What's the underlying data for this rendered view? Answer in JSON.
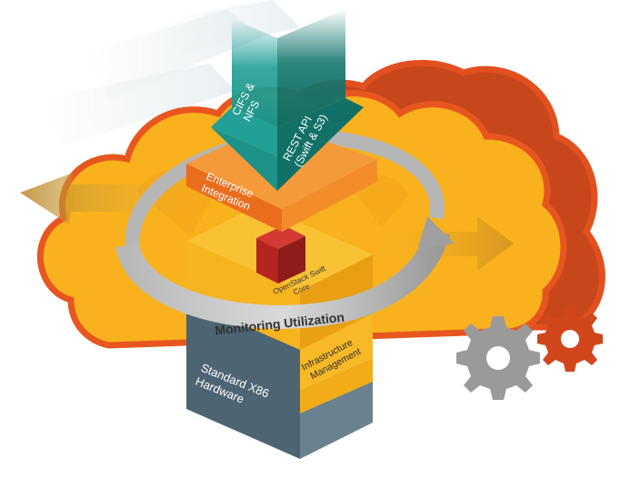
{
  "diagram": {
    "labels": {
      "cifs_nfs": [
        "CIFS &",
        "NFS"
      ],
      "rest_api": [
        "REST API",
        "(Swift & S3)"
      ],
      "enterprise_integration": [
        "Enterprise",
        "Integration"
      ],
      "openstack_core": [
        "OpenStack Swift",
        "Core"
      ],
      "monitoring_utilization": "Monitoring Utilization",
      "infrastructure_management": [
        "Infrastructure",
        "Management"
      ],
      "standard_hardware": [
        "Standard X86",
        "Hardware"
      ]
    },
    "icons": [
      "gear-icon-gray",
      "gear-icon-orange"
    ],
    "colors": {
      "cloud_front": "#f9b21d",
      "cloud_back": "#c8461c",
      "cloud_outline": "#e2501f",
      "api_teal": "#1f9c94",
      "api_teal_dark": "#14766f",
      "integration_orange": "#ef7c21",
      "core_yellow": "#f6b41f",
      "hardware_slate": "#4d6472",
      "ring_gray": "#a9a9a9",
      "swift_red": "#c02a28",
      "gear_gray": "#9a9a9a"
    }
  }
}
